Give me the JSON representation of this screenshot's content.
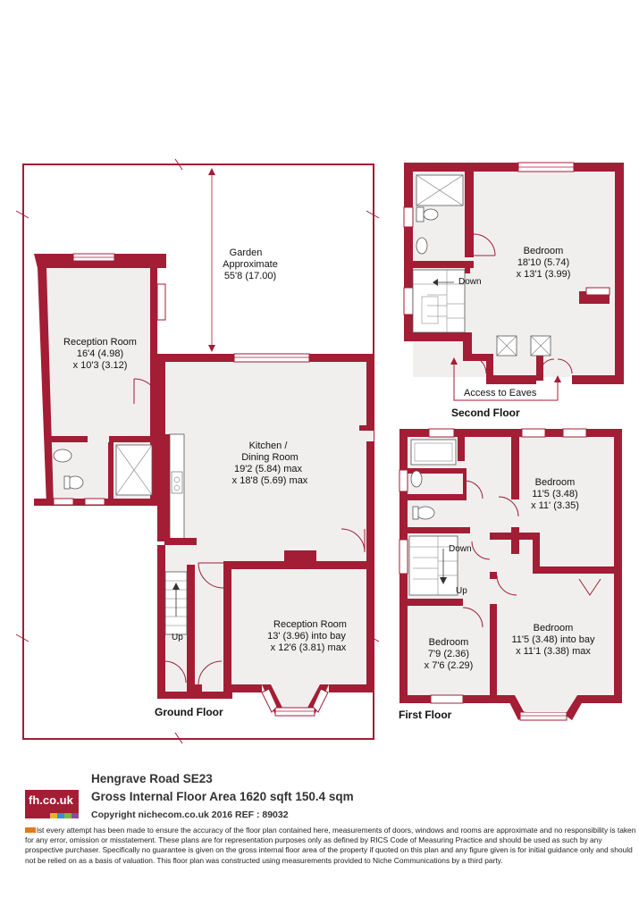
{
  "rooms": {
    "garden": {
      "name": "Garden",
      "line2": "Approximate",
      "dims": "55'8 (17.00)"
    },
    "reception1": {
      "name": "Reception Room",
      "dims1": "16'4 (4.98)",
      "dims2": "x 10'3 (3.12)"
    },
    "kitchen": {
      "name1": "Kitchen /",
      "name2": "Dining Room",
      "dims1": "19'2 (5.84) max",
      "dims2": "x 18'8 (5.69) max"
    },
    "reception2": {
      "name": "Reception Room",
      "dims1": "13' (3.96) into bay",
      "dims2": "x 12'6 (3.81) max"
    },
    "bed_second": {
      "name": "Bedroom",
      "dims1": "18'10 (5.74)",
      "dims2": "x 13'1 (3.99)"
    },
    "bed_first_top": {
      "name": "Bedroom",
      "dims1": "11'5 (3.48)",
      "dims2": "x 11' (3.35)"
    },
    "bed_first_small": {
      "name": "Bedroom",
      "dims1": "7'9 (2.36)",
      "dims2": "x 7'6 (2.29)"
    },
    "bed_first_bay": {
      "name": "Bedroom",
      "dims1": "11'5 (3.48) into bay",
      "dims2": "x 11'1 (3.38) max"
    }
  },
  "labels": {
    "up_ground": "Up",
    "down_second": "Down",
    "down_first": "Down",
    "up_first": "Up",
    "eaves": "Access to Eaves"
  },
  "floors": {
    "ground": "Ground Floor",
    "first": "First Floor",
    "second": "Second Floor"
  },
  "footer": {
    "address": "Hengrave Road  SE23",
    "area": "Gross Internal Floor Area 1620 sqft 150.4 sqm",
    "copyright": "Copyright nichecom.co.uk 2016 REF : 89032",
    "logo": "fh.co.uk",
    "disclaimer": "lst every attempt has been made to ensure the accuracy of the floor plan contained here, measurements of doors, windows and rooms are approximate and no responsibility is taken for any error, omission or misstatement.  These plans are for representation purposes only as defined by RICS Code of Measuring Practice and should be used as such by any prospective purchaser.  Specifically no guarantee is given on the gross internal floor area of the property if quoted on this plan and any figure given is for initial guidance only and should not be relied on as a basis of valuation. This floor plan was constructed using measurements provided to Niche Communications by a third party."
  },
  "colors": {
    "wall": "#a31d35",
    "floor": "#f1efee"
  }
}
